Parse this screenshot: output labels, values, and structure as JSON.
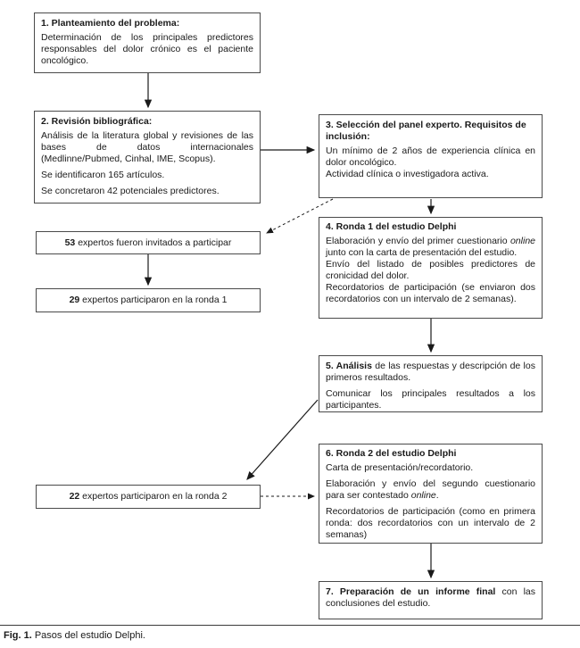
{
  "figure": {
    "caption_label": "Fig. 1.",
    "caption_text": " Pasos del estudio Delphi."
  },
  "boxes": {
    "step1": {
      "title": "1. Planteamiento del problema:",
      "body": "Determinación de los principales predictores responsables del dolor crónico es el paciente oncológico."
    },
    "step2": {
      "title": "2. Revisión bibliográfica:",
      "p1": "Análisis de la literatura global y revisiones de las bases de datos internacionales (Medlinne/Pubmed, Cinhal, IME, Scopus).",
      "p2": "Se identificaron 165 artículos.",
      "p3": "Se concretaron 42 potenciales predictores."
    },
    "step3": {
      "title": "3. Selección del panel experto. Requisitos de inclusión:",
      "p1": "Un mínimo de 2 años de experiencia clínica en dolor oncológico.",
      "p2": "Actividad clínica o investigadora activa."
    },
    "step4": {
      "title": "4. Ronda 1 del estudio Delphi",
      "p1_pre": "Elaboración y envío del primer cuestionario ",
      "p1_italic": "online",
      "p1_post": " junto con la carta de presentación del estudio.",
      "p2": "Envío del listado de posibles predictores de cronicidad del dolor.",
      "p3": "Recordatorios de participación (se enviaron dos recordatorios con un intervalo de 2 semanas)."
    },
    "step5": {
      "p1_bold": "5. Análisis",
      "p1_rest": " de las respuestas y descripción de los primeros resultados.",
      "p2": "Comunicar los principales resultados a los participantes."
    },
    "step6": {
      "title": "6. Ronda 2 del estudio Delphi",
      "p1": "Carta de presentación/recordatorio.",
      "p2_pre": "Elaboración y envío del segundo cuestionario para ser contestado ",
      "p2_italic": "online",
      "p2_post": ".",
      "p3": "Recordatorios de participación (como en primera ronda: dos recordatorios con un intervalo de 2 semanas)"
    },
    "step7": {
      "bold": "7. Preparación de un informe final",
      "rest": " con las conclusiones del estudio."
    },
    "experts53": {
      "number": "53",
      "text": " expertos fueron invitados a participar"
    },
    "experts29": {
      "number": "29",
      "text": " expertos participaron en la ronda 1"
    },
    "experts22": {
      "number": "22",
      "text": " expertos participaron en la ronda 2"
    }
  },
  "connections": [
    {
      "from": "step1",
      "to": "step2",
      "style": "solid"
    },
    {
      "from": "step2",
      "to": "step3",
      "style": "solid"
    },
    {
      "from": "step3",
      "to": "experts53",
      "style": "dashed"
    },
    {
      "from": "experts53",
      "to": "experts29",
      "style": "solid"
    },
    {
      "from": "step3",
      "to": "step4",
      "style": "solid"
    },
    {
      "from": "step4",
      "to": "step5",
      "style": "solid"
    },
    {
      "from": "step5",
      "to": "experts22",
      "style": "solid"
    },
    {
      "from": "experts22",
      "to": "step6",
      "style": "dashed"
    },
    {
      "from": "step6",
      "to": "step7",
      "style": "solid"
    }
  ],
  "colors": {
    "border": "#4a4a4a",
    "text": "#1a1a1a",
    "background": "#ffffff"
  }
}
